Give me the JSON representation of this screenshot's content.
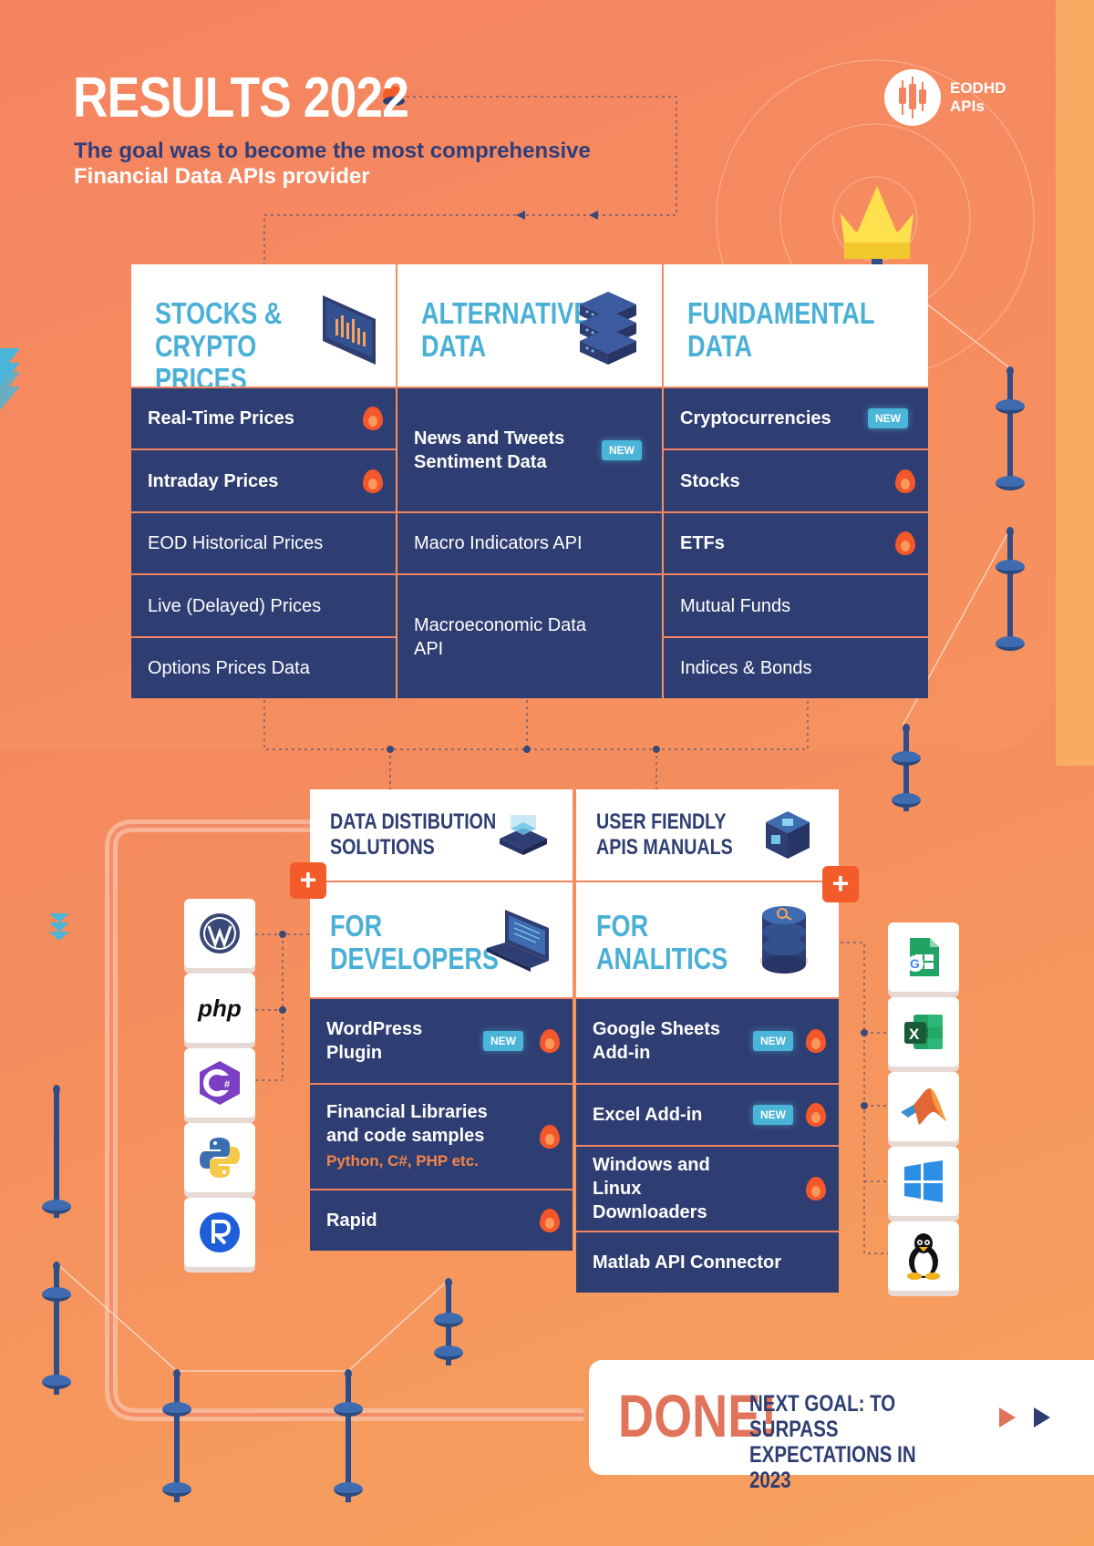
{
  "header": {
    "title": "RESULTS 2022",
    "subtitle_line1": "The goal was to become the most comprehensive",
    "subtitle_line2": "Financial Data APIs provider"
  },
  "logo": {
    "line1": "EODHD",
    "line2": "APIs"
  },
  "columns": [
    {
      "heading": [
        "STOCKS &",
        "CRYPTO PRICES"
      ],
      "icon": "chart-monitor-icon",
      "rows": [
        {
          "label": "Real-Time Prices",
          "bold": true,
          "badge": "",
          "hot": true
        },
        {
          "label": "Intraday Prices",
          "bold": true,
          "badge": "",
          "hot": true
        },
        {
          "label": "EOD Historical Prices",
          "bold": false,
          "badge": "",
          "hot": false
        },
        {
          "label": "Live (Delayed) Prices",
          "bold": false,
          "badge": "",
          "hot": false
        },
        {
          "label": "Options Prices Data",
          "bold": false,
          "badge": "",
          "hot": false
        }
      ]
    },
    {
      "heading": [
        "ALTERNATIVE",
        "DATA"
      ],
      "icon": "server-stack-icon",
      "rows": [
        {
          "label": "News and Tweets Sentiment Data",
          "bold": true,
          "badge": "NEW",
          "hot": false
        },
        {
          "label": "Macro Indicators API",
          "bold": false,
          "badge": "",
          "hot": false
        },
        {
          "label": "Macroeconomic Data API",
          "bold": false,
          "badge": "",
          "hot": false
        }
      ]
    },
    {
      "heading": [
        "FUNDAMENTAL",
        "DATA"
      ],
      "icon": "crown-pole-icon",
      "rows": [
        {
          "label": "Cryptocurrencies",
          "bold": true,
          "badge": "NEW",
          "hot": false
        },
        {
          "label": "Stocks",
          "bold": true,
          "badge": "",
          "hot": true
        },
        {
          "label": "ETFs",
          "bold": true,
          "badge": "",
          "hot": true
        },
        {
          "label": "Mutual Funds",
          "bold": false,
          "badge": "",
          "hot": false
        },
        {
          "label": "Indices & Bonds",
          "bold": false,
          "badge": "",
          "hot": false
        }
      ]
    }
  ],
  "distribution": {
    "left_heading": [
      "DATA DISTIBUTION",
      "SOLUTIONS"
    ],
    "right_heading": [
      "USER FIENDLY",
      "APIS MANUALS"
    ]
  },
  "developers": {
    "heading": [
      "FOR",
      "DEVELOPERS"
    ],
    "rows": [
      {
        "label": "WordPress Plugin",
        "badge": "NEW",
        "hot": true,
        "note": ""
      },
      {
        "label": "Financial Libraries and code samples",
        "badge": "",
        "hot": true,
        "note": "Python, C#, PHP etc."
      },
      {
        "label": "Rapid",
        "badge": "",
        "hot": true,
        "note": ""
      }
    ],
    "tiles": [
      "wordpress-icon",
      "php-icon",
      "csharp-icon",
      "python-icon",
      "rapid-icon"
    ],
    "php_text": "php"
  },
  "analytics": {
    "heading": [
      "FOR",
      "ANALITICS"
    ],
    "rows": [
      {
        "label": "Google Sheets Add-in",
        "badge": "NEW",
        "hot": true
      },
      {
        "label": "Excel Add-in",
        "badge": "NEW",
        "hot": true
      },
      {
        "label": "Windows and Linux Downloaders",
        "badge": "",
        "hot": true
      },
      {
        "label": "Matlab API Connector",
        "badge": "",
        "hot": false
      }
    ],
    "tiles": [
      "google-sheets-icon",
      "excel-icon",
      "matlab-icon",
      "windows-icon",
      "linux-icon"
    ]
  },
  "footer": {
    "done": "DONE!",
    "next_line1": "NEXT GOAL: TO SURPASS",
    "next_line2": "EXPECTATIONS IN 2023"
  },
  "colors": {
    "background": "#f4845f",
    "navy": "#2f3e72",
    "accent_blue": "#4ab0d6",
    "flame": "#f4572a",
    "white": "#ffffff"
  }
}
